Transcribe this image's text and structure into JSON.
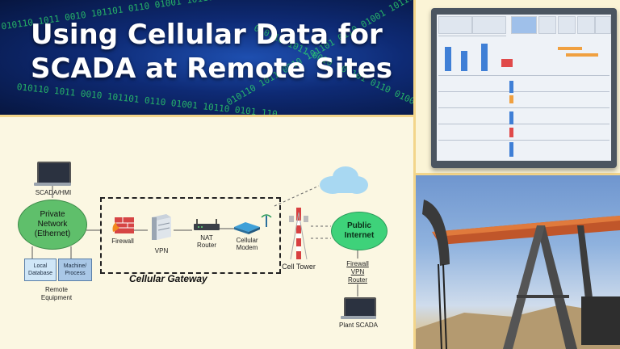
{
  "header": {
    "title_line1": "Using Cellular Data for",
    "title_line2": "SCADA at Remote Sites",
    "rain_text": "010110 1011 0010 101101 0110 01001 10110 0101 110"
  },
  "diagram": {
    "scada_hmi": "SCADA/HMI",
    "private_network_line1": "Private",
    "private_network_line2": "Network",
    "private_network_line3": "(Ethernet)",
    "local_database_line1": "Local",
    "local_database_line2": "Database",
    "machine_process_line1": "Machine/",
    "machine_process_line2": "Process",
    "remote_equipment_line1": "Remote",
    "remote_equipment_line2": "Equipment",
    "firewall": "Firewall",
    "vpn": "VPN",
    "nat_router_line1": "NAT",
    "nat_router_line2": "Router",
    "cellular_modem_line1": "Cellular",
    "cellular_modem_line2": "Modem",
    "cellular_gateway": "Cellular Gateway",
    "cell_tower": "Cell Tower",
    "public_internet_line1": "Public",
    "public_internet_line2": "Internet",
    "plant_firewall": "Firewall",
    "plant_vpn": "VPN",
    "plant_router": "Router",
    "plant_scada": "Plant SCADA"
  },
  "colors": {
    "header_bg": "#0e2a74",
    "rain": "#2fe06a",
    "private_network": "#5fbf6b",
    "public_internet": "#3ed27a",
    "cloud": "#9fd3f0",
    "firewall": "#d64545",
    "background": "#fbf7e2"
  },
  "icons": {
    "scada_laptop": "laptop-icon",
    "firewall": "brick-firewall-icon",
    "vpn": "server-icon",
    "router": "router-icon",
    "modem": "cellular-modem-icon",
    "tower": "cell-tower-icon",
    "cloud": "cloud-icon",
    "plant_laptop": "laptop-icon"
  }
}
